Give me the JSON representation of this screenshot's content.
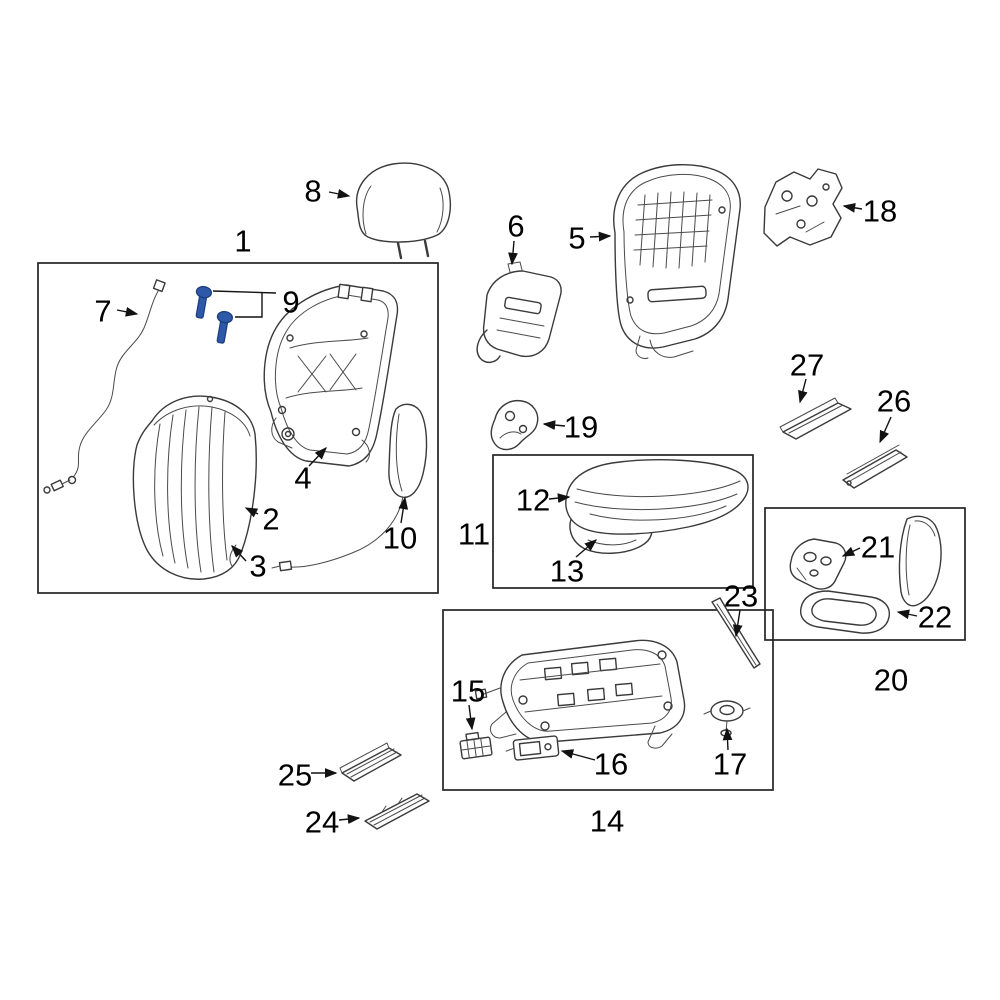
{
  "figure": {
    "background_color": "#ffffff",
    "line_color": "#3a3a3a",
    "highlight_color": "#2e59a8",
    "highlighted_callout": "9"
  },
  "callouts": [
    {
      "label": "1"
    },
    {
      "label": "2"
    },
    {
      "label": "3"
    },
    {
      "label": "4"
    },
    {
      "label": "5"
    },
    {
      "label": "6"
    },
    {
      "label": "7"
    },
    {
      "label": "8"
    },
    {
      "label": "9"
    },
    {
      "label": "10"
    },
    {
      "label": "11"
    },
    {
      "label": "12"
    },
    {
      "label": "13"
    },
    {
      "label": "14"
    },
    {
      "label": "15"
    },
    {
      "label": "16"
    },
    {
      "label": "17"
    },
    {
      "label": "18"
    },
    {
      "label": "19"
    },
    {
      "label": "20"
    },
    {
      "label": "21"
    },
    {
      "label": "22"
    },
    {
      "label": "23"
    },
    {
      "label": "24"
    },
    {
      "label": "25"
    },
    {
      "label": "26"
    },
    {
      "label": "27"
    }
  ]
}
